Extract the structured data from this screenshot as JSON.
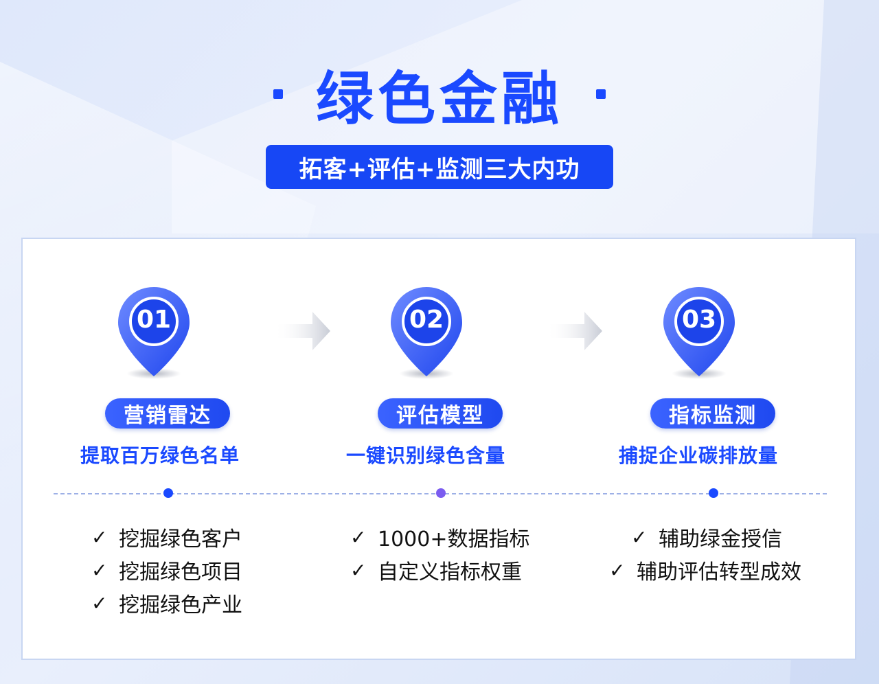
{
  "title": "绿色金融",
  "subtitle": "拓客+评估+监测三大内功",
  "colors": {
    "primary": "#1a49ff",
    "node_mid": "#7b5cf0"
  },
  "steps": [
    {
      "number": "01",
      "name": "营销雷达",
      "desc": "提取百万绿色名单",
      "items": [
        "挖掘绿色客户",
        "挖掘绿色项目",
        "挖掘绿色产业"
      ]
    },
    {
      "number": "02",
      "name": "评估模型",
      "desc": "一键识别绿色含量",
      "items": [
        "1000+数据指标",
        "自定义指标权重"
      ]
    },
    {
      "number": "03",
      "name": "指标监测",
      "desc": "捕捉企业碳排放量",
      "items": [
        "辅助绿金授信",
        "辅助评估转型成效"
      ]
    }
  ],
  "icons": {
    "check": "checkmark-icon",
    "pin": "map-pin-icon",
    "arrow": "arrow-right-icon"
  },
  "check_mark": "✓"
}
